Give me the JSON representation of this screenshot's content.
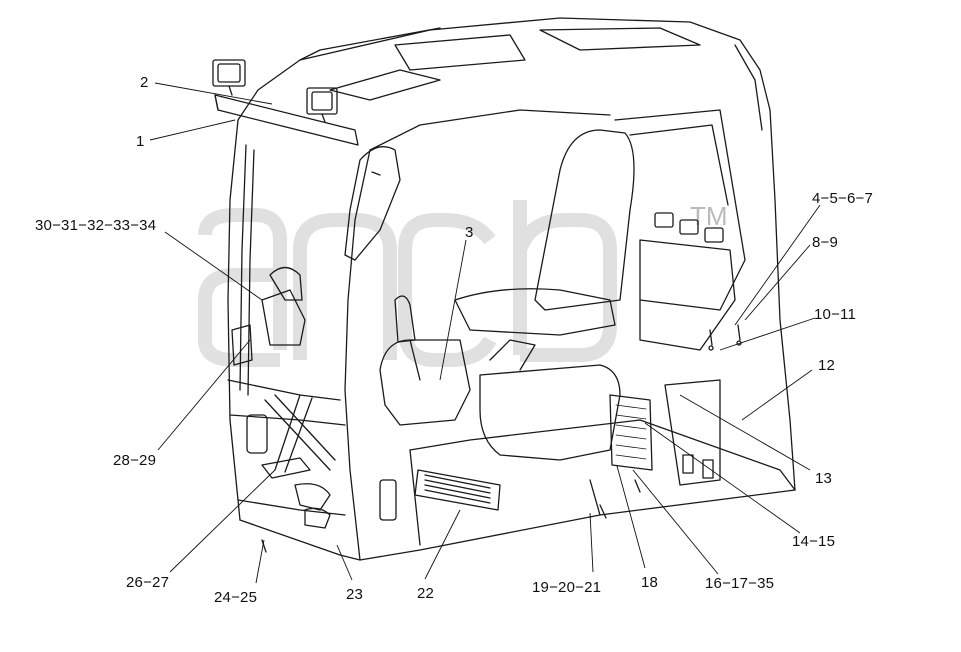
{
  "figure": {
    "title": "",
    "watermark": "ancb",
    "watermark_mark": "TM"
  },
  "callouts": {
    "c1": "1",
    "c2": "2",
    "c3": "3",
    "c4_7": "4−5−6−7",
    "c8_9": "8−9",
    "c10_11": "10−11",
    "c12": "12",
    "c13": "13",
    "c14_15": "14−15",
    "c16_17_35": "16−17−35",
    "c18": "18",
    "c19_21": "19−20−21",
    "c22": "22",
    "c23": "23",
    "c24_25": "24−25",
    "c26_27": "26−27",
    "c28_29": "28−29",
    "c30_34": "30−31−32−33−34"
  }
}
